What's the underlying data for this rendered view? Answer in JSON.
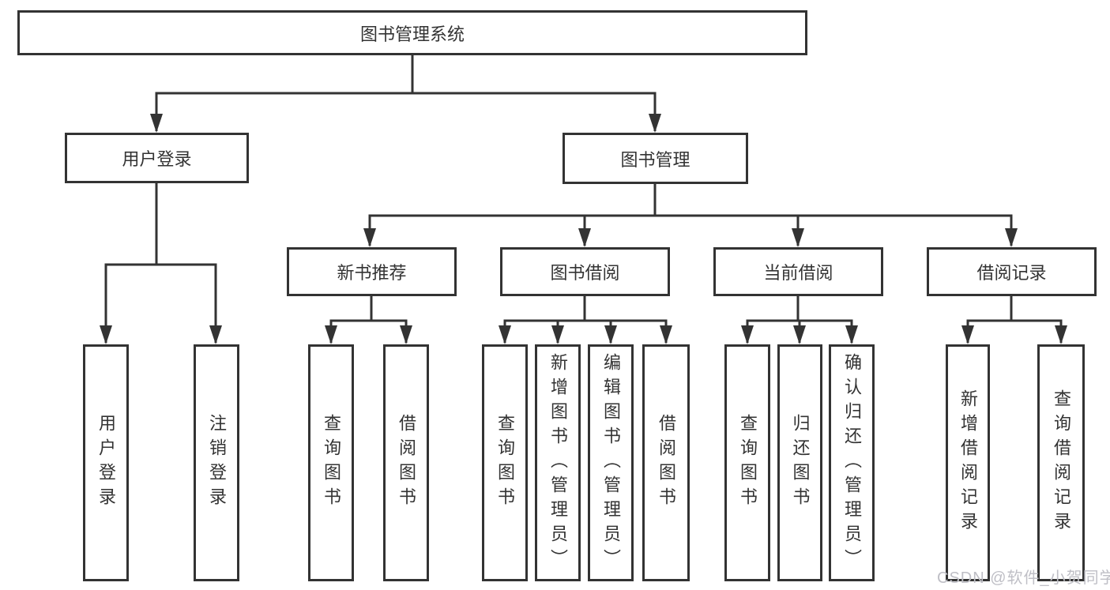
{
  "diagram": {
    "root": {
      "label": "图书管理系统"
    },
    "level2": [
      {
        "label": "用户登录"
      },
      {
        "label": "图书管理"
      }
    ],
    "level3": [
      {
        "label": "新书推荐",
        "parent": "图书管理"
      },
      {
        "label": "图书借阅",
        "parent": "图书管理"
      },
      {
        "label": "当前借阅",
        "parent": "图书管理"
      },
      {
        "label": "借阅记录",
        "parent": "图书管理"
      }
    ],
    "leaves": [
      {
        "label": "用户登录",
        "parent": "用户登录"
      },
      {
        "label": "注销登录",
        "parent": "用户登录"
      },
      {
        "label": "查询图书",
        "parent": "新书推荐"
      },
      {
        "label": "借阅图书",
        "parent": "新书推荐"
      },
      {
        "label": "查询图书",
        "parent": "图书借阅"
      },
      {
        "label": "新增图书（管理员）",
        "parent": "图书借阅"
      },
      {
        "label": "编辑图书（管理员）",
        "parent": "图书借阅"
      },
      {
        "label": "借阅图书",
        "parent": "图书借阅"
      },
      {
        "label": "查询图书",
        "parent": "当前借阅"
      },
      {
        "label": "归还图书",
        "parent": "当前借阅"
      },
      {
        "label": "确认归还（管理员）",
        "parent": "当前借阅"
      },
      {
        "label": "新增借阅记录",
        "parent": "借阅记录"
      },
      {
        "label": "查询借阅记录",
        "parent": "借阅记录"
      }
    ],
    "colors": {
      "line": "#333333",
      "box_border": "#333333",
      "text": "#333333",
      "background": "#ffffff",
      "watermark": "#bfbfc6"
    }
  },
  "watermark": {
    "text": "CSDN @软件_小贺同学"
  }
}
